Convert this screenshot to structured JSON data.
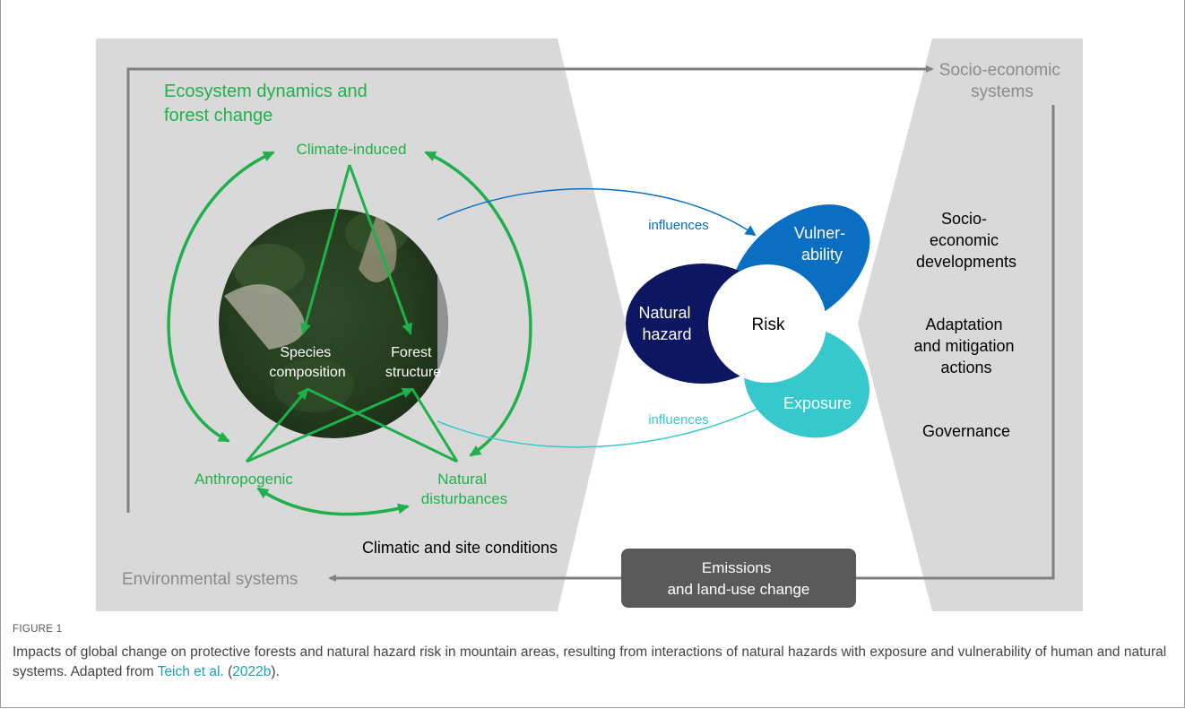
{
  "figure": {
    "environmental_systems": "Environmental systems",
    "socio_economic": [
      "Socio-economic",
      "systems"
    ],
    "ecosystem_title": [
      "Ecosystem dynamics and",
      "forest change"
    ],
    "climate_induced": "Climate-induced",
    "species_composition": [
      "Species",
      "composition"
    ],
    "forest_structure": [
      "Forest",
      "structure"
    ],
    "anthropogenic": "Anthropogenic",
    "natural_disturbances": [
      "Natural",
      "disturbances"
    ],
    "climatic_site": "Climatic and site conditions",
    "influences_top": "influences",
    "influences_bottom": "influences",
    "natural_hazard": [
      "Natural",
      "hazard"
    ],
    "risk": "Risk",
    "vulnerability": [
      "Vulner-",
      "ability"
    ],
    "exposure": "Exposure",
    "socio_economic_developments": [
      "Socio-",
      "economic",
      "developments"
    ],
    "adaptation": [
      "Adaptation",
      "and mitigation",
      "actions"
    ],
    "governance": "Governance",
    "emissions": [
      "Emissions",
      "and land-use change"
    ],
    "colors": {
      "panel_gray": "#d9d9d9",
      "green": "#1fb04b",
      "arrow_gray": "#808080",
      "navy": "#0d1660",
      "blue": "#0a6fc2",
      "teal": "#35c8cc",
      "dark_box": "#5a5a5a"
    }
  },
  "caption": {
    "label": "FIGURE 1",
    "text_before": "Impacts of global change on protective forests and natural hazard risk in mountain areas, resulting from interactions of natural hazards with exposure and vulnerability of human and natural systems. Adapted from ",
    "citation_author": "Teich et al.",
    "citation_open": " (",
    "citation_year": "2022b",
    "citation_close": ")."
  }
}
